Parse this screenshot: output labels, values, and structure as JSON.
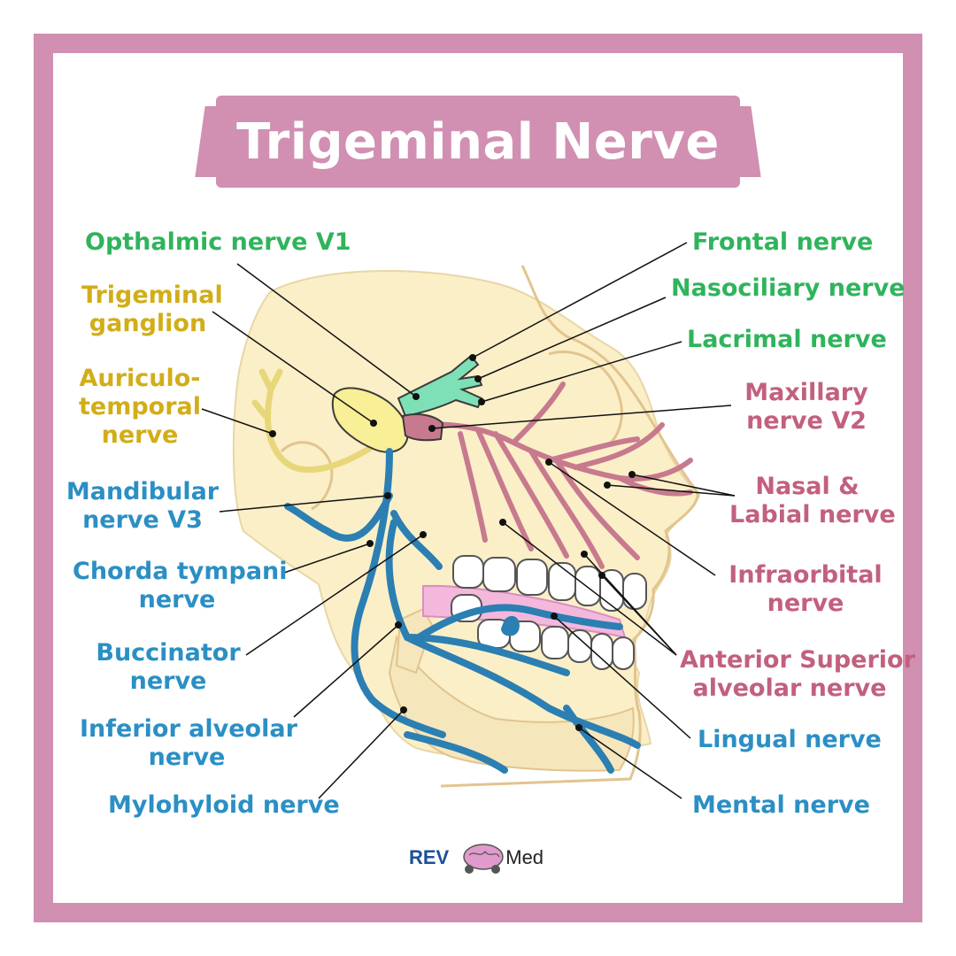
{
  "title": "Trigeminal Nerve",
  "labels": {
    "opthalmic": "Opthalmic nerve V1",
    "trigeminal_ganglion": "Trigeminal\nganglion",
    "auriculotemporal": "Auriculo-\ntemporal\nnerve",
    "mandibular": "Mandibular\nnerve V3",
    "chorda_tympani": "Chorda tympani\nnerve",
    "buccinator": "Buccinator\nnerve",
    "inferior_alveolar": "Inferior alveolar\nnerve",
    "mylohyoid": "Mylohyloid nerve",
    "frontal": "Frontal nerve",
    "nasociliary": "Nasociliary nerve",
    "lacrimal": "Lacrimal nerve",
    "maxillary": "Maxillary\nnerve V2",
    "nasal_labial": "Nasal &\nLabial nerve",
    "infraorbital": "Infraorbital\nnerve",
    "anterior_superior_alveolar": "Anterior Superior\nalveolar nerve",
    "lingual": "Lingual nerve",
    "mental": "Mental nerve"
  },
  "logo": {
    "rev": "REV",
    "med": "Med"
  },
  "colors": {
    "frame": "#d18fb2",
    "green": "#2fb45c",
    "yellow": "#d2ad18",
    "blue": "#2b8fc4",
    "pink": "#c2607e",
    "skin": "#fbefc8",
    "outline": "#e2c48e"
  }
}
